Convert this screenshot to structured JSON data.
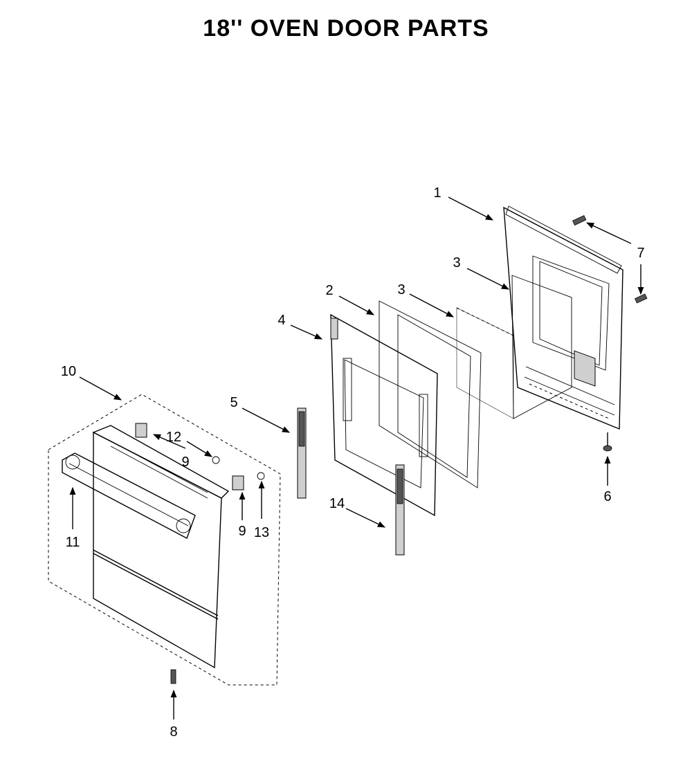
{
  "title": "18'' OVEN DOOR PARTS",
  "callouts": [
    "1",
    "2",
    "3",
    "3",
    "4",
    "5",
    "6",
    "7",
    "8",
    "9",
    "9",
    "10",
    "11",
    "12",
    "13",
    "14"
  ]
}
